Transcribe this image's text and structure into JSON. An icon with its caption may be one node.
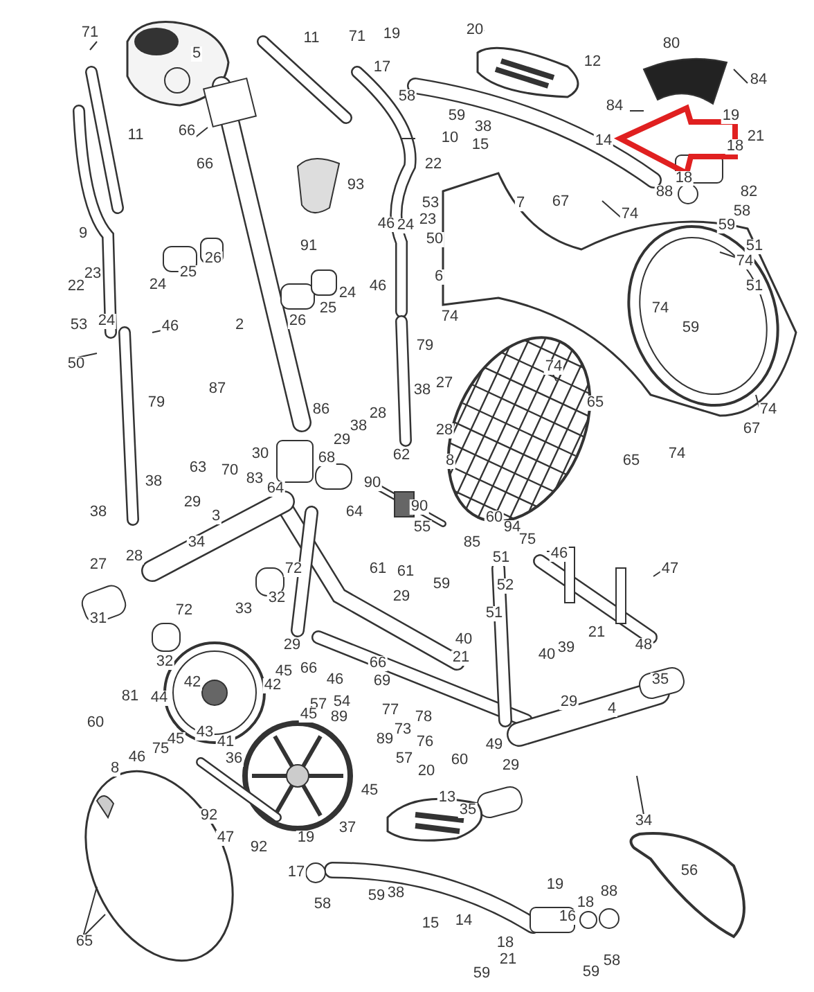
{
  "diagram": {
    "labels": [
      "20",
      "71",
      "19",
      "71",
      "11",
      "80",
      "5",
      "12",
      "17",
      "84",
      "58",
      "84",
      "59",
      "19",
      "38",
      "66",
      "11",
      "21",
      "10",
      "14",
      "15",
      "18",
      "66",
      "22",
      "18",
      "93",
      "88",
      "82",
      "67",
      "7",
      "53",
      "58",
      "74",
      "23",
      "46",
      "24",
      "59",
      "9",
      "50",
      "91",
      "51",
      "26",
      "74",
      "25",
      "23",
      "6",
      "24",
      "22",
      "46",
      "51",
      "24",
      "25",
      "74",
      "74",
      "24",
      "26",
      "53",
      "2",
      "46",
      "59",
      "79",
      "50",
      "74",
      "27",
      "87",
      "38",
      "79",
      "65",
      "86",
      "74",
      "28",
      "38",
      "67",
      "28",
      "29",
      "30",
      "74",
      "62",
      "68",
      "8",
      "65",
      "63",
      "70",
      "83",
      "38",
      "90",
      "64",
      "29",
      "90",
      "38",
      "64",
      "3",
      "60",
      "55",
      "94",
      "75",
      "34",
      "85",
      "46",
      "28",
      "51",
      "27",
      "72",
      "61",
      "47",
      "61",
      "59",
      "52",
      "29",
      "32",
      "33",
      "72",
      "51",
      "31",
      "21",
      "40",
      "29",
      "48",
      "39",
      "40",
      "21",
      "32",
      "66",
      "66",
      "45",
      "46",
      "35",
      "69",
      "42",
      "42",
      "81",
      "44",
      "54",
      "29",
      "57",
      "4",
      "77",
      "45",
      "89",
      "78",
      "60",
      "73",
      "43",
      "45",
      "89",
      "41",
      "76",
      "49",
      "75",
      "46",
      "57",
      "36",
      "60",
      "29",
      "8",
      "20",
      "45",
      "13",
      "35",
      "92",
      "34",
      "37",
      "19",
      "47",
      "92",
      "56",
      "17",
      "19",
      "88",
      "38",
      "59",
      "18",
      "58",
      "16",
      "14",
      "15",
      "65",
      "18",
      "21",
      "58",
      "59",
      "59"
    ]
  }
}
